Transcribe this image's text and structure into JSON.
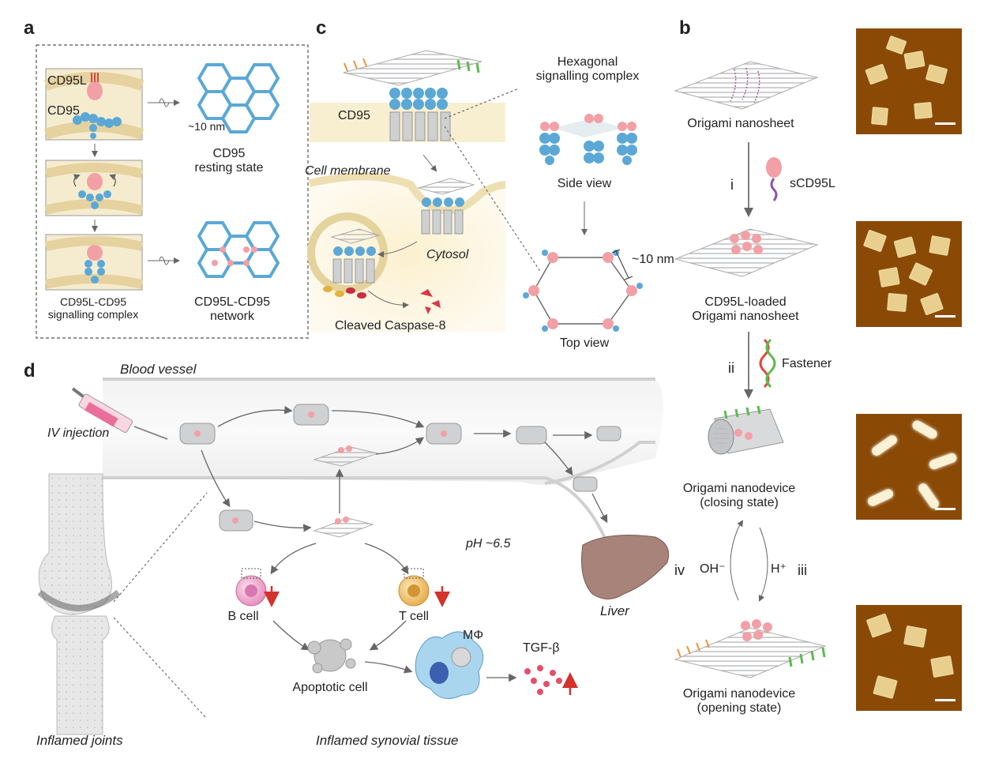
{
  "panels": {
    "a": "a",
    "b": "b",
    "c": "c",
    "d": "d"
  },
  "panel_a": {
    "ligand_label": "CD95L",
    "receptor_label": "CD95",
    "size_label": "~10 nm",
    "resting_label": "CD95\nresting state",
    "complex_label": "CD95L-CD95\nsignalling complex",
    "network_label": "CD95L-CD95\nnetwork"
  },
  "panel_c": {
    "membrane_receptor_label": "CD95",
    "hex_complex_label": "Hexagonal\nsignalling complex",
    "cell_membrane_label": "Cell membrane",
    "cytosol_label": "Cytosol",
    "caspase_label": "Cleaved Caspase-8",
    "side_view_label": "Side view",
    "top_view_label": "Top view",
    "size_label": "~10 nm"
  },
  "panel_b": {
    "nanosheet_label": "Origami nanosheet",
    "step_i": "i",
    "sligand_label": "sCD95L",
    "loaded_label": "CD95L-loaded\nOrigami nanosheet",
    "step_ii": "ii",
    "fastener_label": "Fastener",
    "closing_label": "Origami nanodevice\n(closing state)",
    "step_iv": "iv",
    "oh_label": "OH⁻",
    "h_label": "H⁺",
    "step_iii": "iii",
    "opening_label": "Origami nanodevice\n(opening state)"
  },
  "panel_d": {
    "blood_vessel_label": "Blood vessel",
    "injection_label": "IV injection",
    "ph_label": "pH ~6.5",
    "liver_label": "Liver",
    "b_cell_label": "B cell",
    "t_cell_label": "T cell",
    "macrophage_label": "MΦ",
    "tgf_label": "TGF-β",
    "apoptotic_label": "Apoptotic cell",
    "joints_label": "Inflamed joints",
    "synovial_label": "Inflamed synovial tissue"
  },
  "colors": {
    "receptor_blue": "#5ba8d6",
    "ligand_pink": "#f2a0a6",
    "origami_gray": "#c9cacc",
    "staple_green": "#5cbb4f",
    "staple_orange": "#f0913b",
    "afm_brown": "#8a4a06",
    "arrow_red": "#d4322c"
  }
}
